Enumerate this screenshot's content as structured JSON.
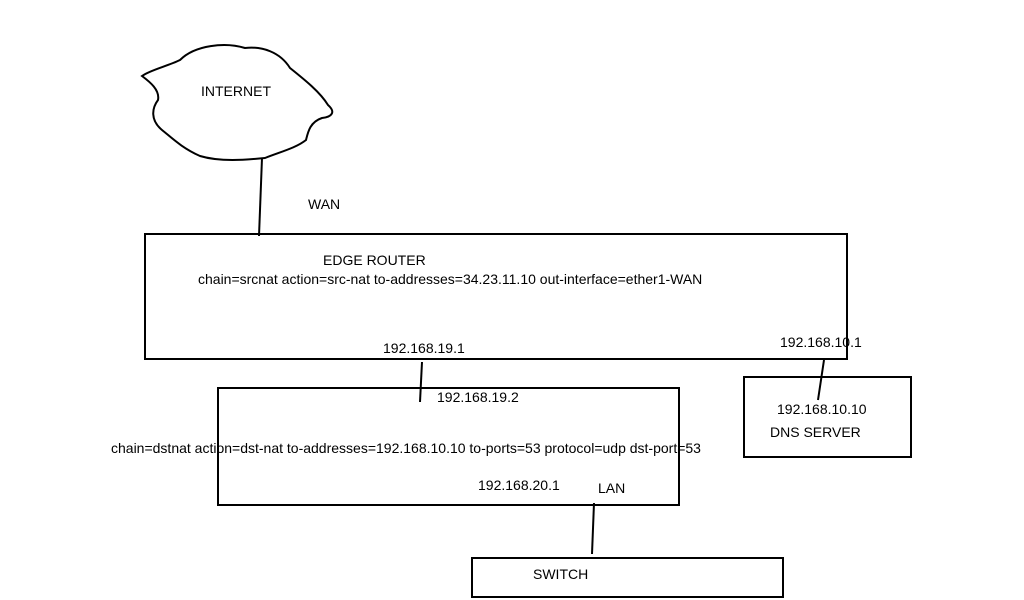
{
  "diagram": {
    "internet_label": "INTERNET",
    "wan_label": "WAN",
    "edge_router": {
      "title": "EDGE ROUTER",
      "rule": "chain=srcnat action=src-nat to-addresses=34.23.11.10 out-interface=ether1-WAN",
      "lan_ip": "192.168.19.1",
      "dns_side_ip": "192.168.10.1"
    },
    "inner_router": {
      "upstream_ip": "192.168.19.2",
      "rule": "chain=dstnat action=dst-nat to-addresses=192.168.10.10 to-ports=53 protocol=udp dst-port=53",
      "lan_ip": "192.168.20.1",
      "lan_label": "LAN"
    },
    "dns_server": {
      "ip": "192.168.10.10",
      "name": "DNS SERVER"
    },
    "switch_label": "SWITCH"
  }
}
